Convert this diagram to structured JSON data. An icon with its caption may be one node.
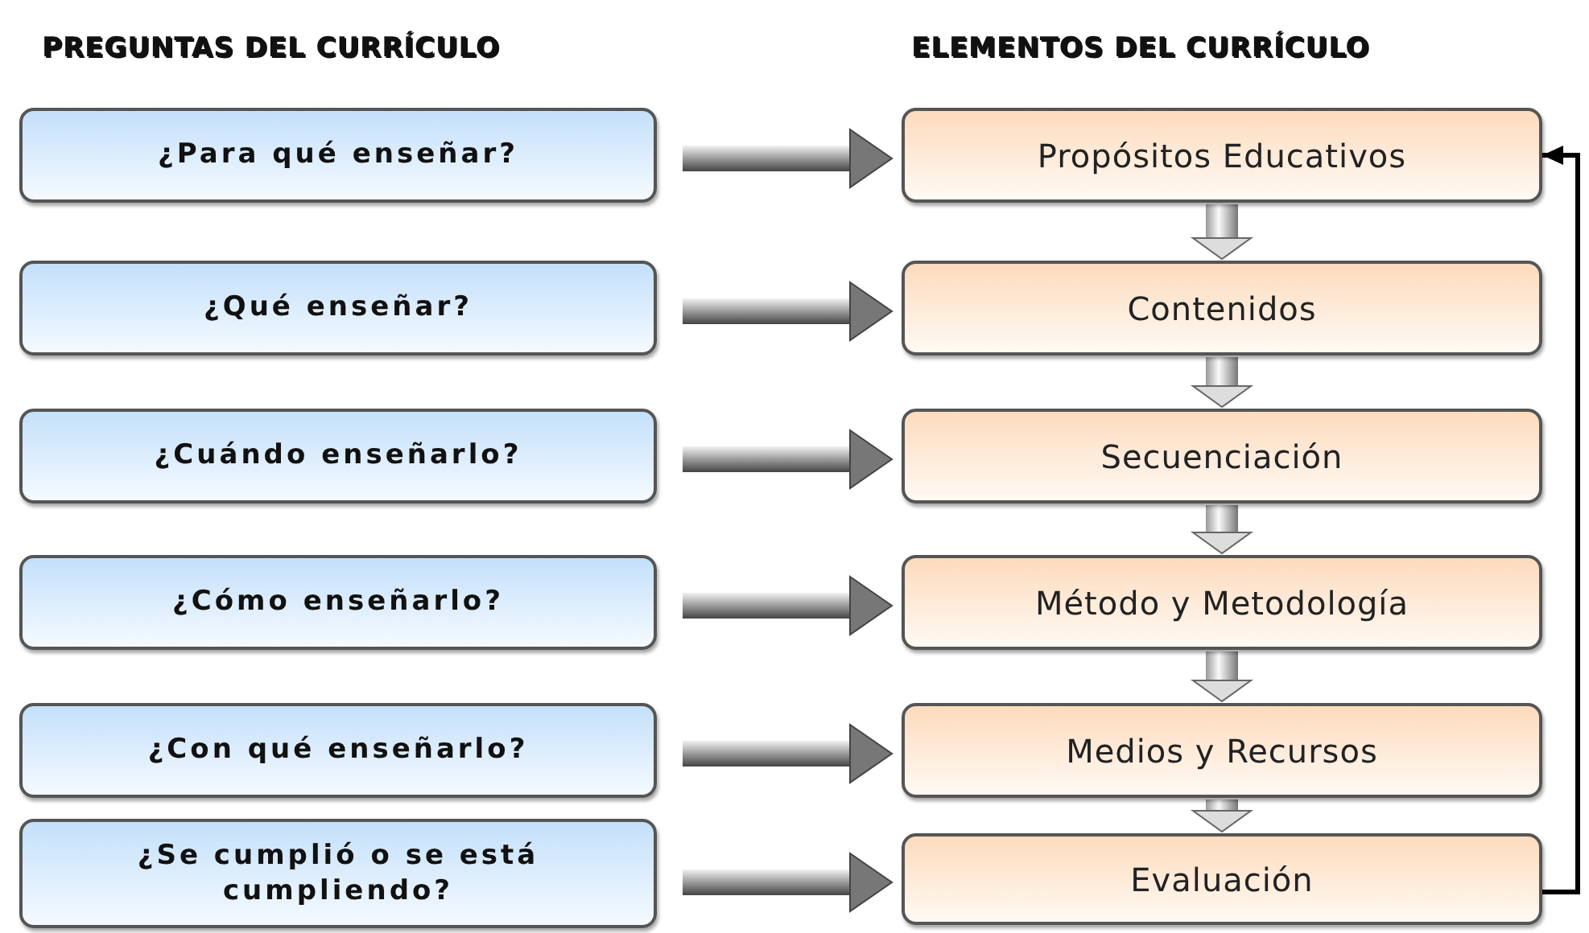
{
  "diagram": {
    "nodes": [
      {
        "text": [
          "¿Para qué enseñar?"
        ]
      },
      {
        "text": [
          "¿Qué enseñar?"
        ]
      },
      {
        "text": [
          "¿Cuándo enseñarlo?"
        ]
      },
      {
        "text": [
          "¿Cómo enseñarlo?"
        ]
      },
      {
        "text": [
          "¿Con qué enseñarlo?"
        ]
      },
      {
        "text": [
          "¿Se cumplió o se está cumpliendo?"
        ]
      },
      {
        "text": [
          "Propósitos Educativos"
        ]
      },
      {
        "text": [
          "Contenidos"
        ]
      },
      {
        "text": [
          "Secuenciación"
        ]
      },
      {
        "text": [
          "Método y Metodología"
        ]
      },
      {
        "text": [
          "Medios y Recursos"
        ]
      },
      {
        "text": [
          "Evaluación"
        ]
      }
    ],
    "edges": [
      {
        "from": 0,
        "to": 6,
        "arrow": "to"
      },
      {
        "from": 1,
        "to": 7,
        "arrow": "to"
      },
      {
        "from": 2,
        "to": 8,
        "arrow": "to"
      },
      {
        "from": 3,
        "to": 9,
        "arrow": "to"
      },
      {
        "from": 4,
        "to": 10,
        "arrow": "to"
      },
      {
        "from": 5,
        "to": 11,
        "arrow": "to"
      },
      {
        "from": 6,
        "to": 7,
        "arrow": "to"
      },
      {
        "from": 7,
        "to": 8,
        "arrow": "to"
      },
      {
        "from": 8,
        "to": 9,
        "arrow": "to"
      },
      {
        "from": 9,
        "to": 10,
        "arrow": "to"
      },
      {
        "from": 10,
        "to": 11,
        "arrow": "to"
      },
      {
        "from": 11,
        "to": 6,
        "arrow": "to",
        "color": "#000000"
      }
    ],
    "labels": [
      "PREGUNTAS DEL CURRÍCULO",
      "ELEMENTOS DEL CURRÍCULO"
    ]
  }
}
